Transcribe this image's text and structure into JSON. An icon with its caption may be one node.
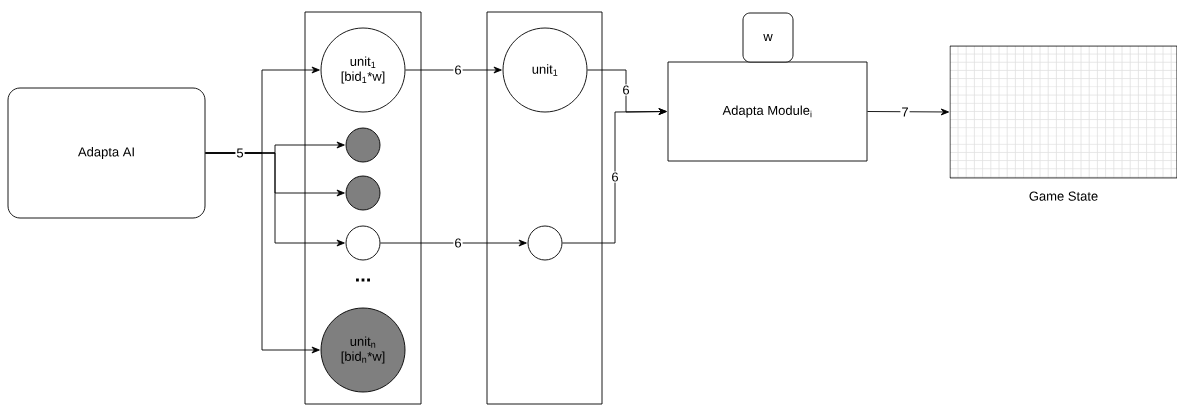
{
  "diagram": {
    "nodes": [
      {
        "text": [
          "Adapta AI"
        ]
      },
      {
        "text": [],
        "shape": "box"
      },
      {
        "text": [
          "unit$_{1}$ [bid$_{1}$*w]"
        ],
        "in": 1
      },
      {
        "text": [],
        "shape": "circle",
        "in": 1
      },
      {
        "text": [],
        "shape": "circle",
        "in": 1
      },
      {
        "text": [],
        "shape": "circle",
        "in": 1
      },
      {
        "text": [
          "unit$_{n}$ [bid$_{n}$*w]"
        ],
        "in": 1
      },
      {
        "text": [],
        "shape": "box"
      },
      {
        "text": [
          "unit$_{1}$"
        ],
        "in": 7
      },
      {
        "text": [],
        "shape": "circle",
        "in": 7
      },
      {
        "text": [
          "Adapta Module$_{i}$"
        ]
      },
      {
        "text": [
          "w"
        ]
      },
      {
        "text": [
          "Game State"
        ]
      }
    ],
    "edges": [
      {
        "from": 0,
        "to": 2,
        "arrow": "to"
      },
      {
        "from": 0,
        "to": 3,
        "arrow": "to",
        "label": "5"
      },
      {
        "from": 0,
        "to": 4,
        "arrow": "to"
      },
      {
        "from": 0,
        "to": 5,
        "arrow": "to"
      },
      {
        "from": 0,
        "to": 6,
        "arrow": "to"
      },
      {
        "from": 2,
        "to": 8,
        "arrow": "to",
        "label": "6"
      },
      {
        "from": 5,
        "to": 9,
        "arrow": "to",
        "label": "6"
      },
      {
        "from": 8,
        "to": 10,
        "arrow": "to",
        "label": "6"
      },
      {
        "from": 9,
        "to": 10,
        "arrow": "to",
        "label": "6"
      },
      {
        "from": 10,
        "to": 12,
        "arrow": "to",
        "label": "7"
      }
    ],
    "labels": [
      "..."
    ]
  }
}
